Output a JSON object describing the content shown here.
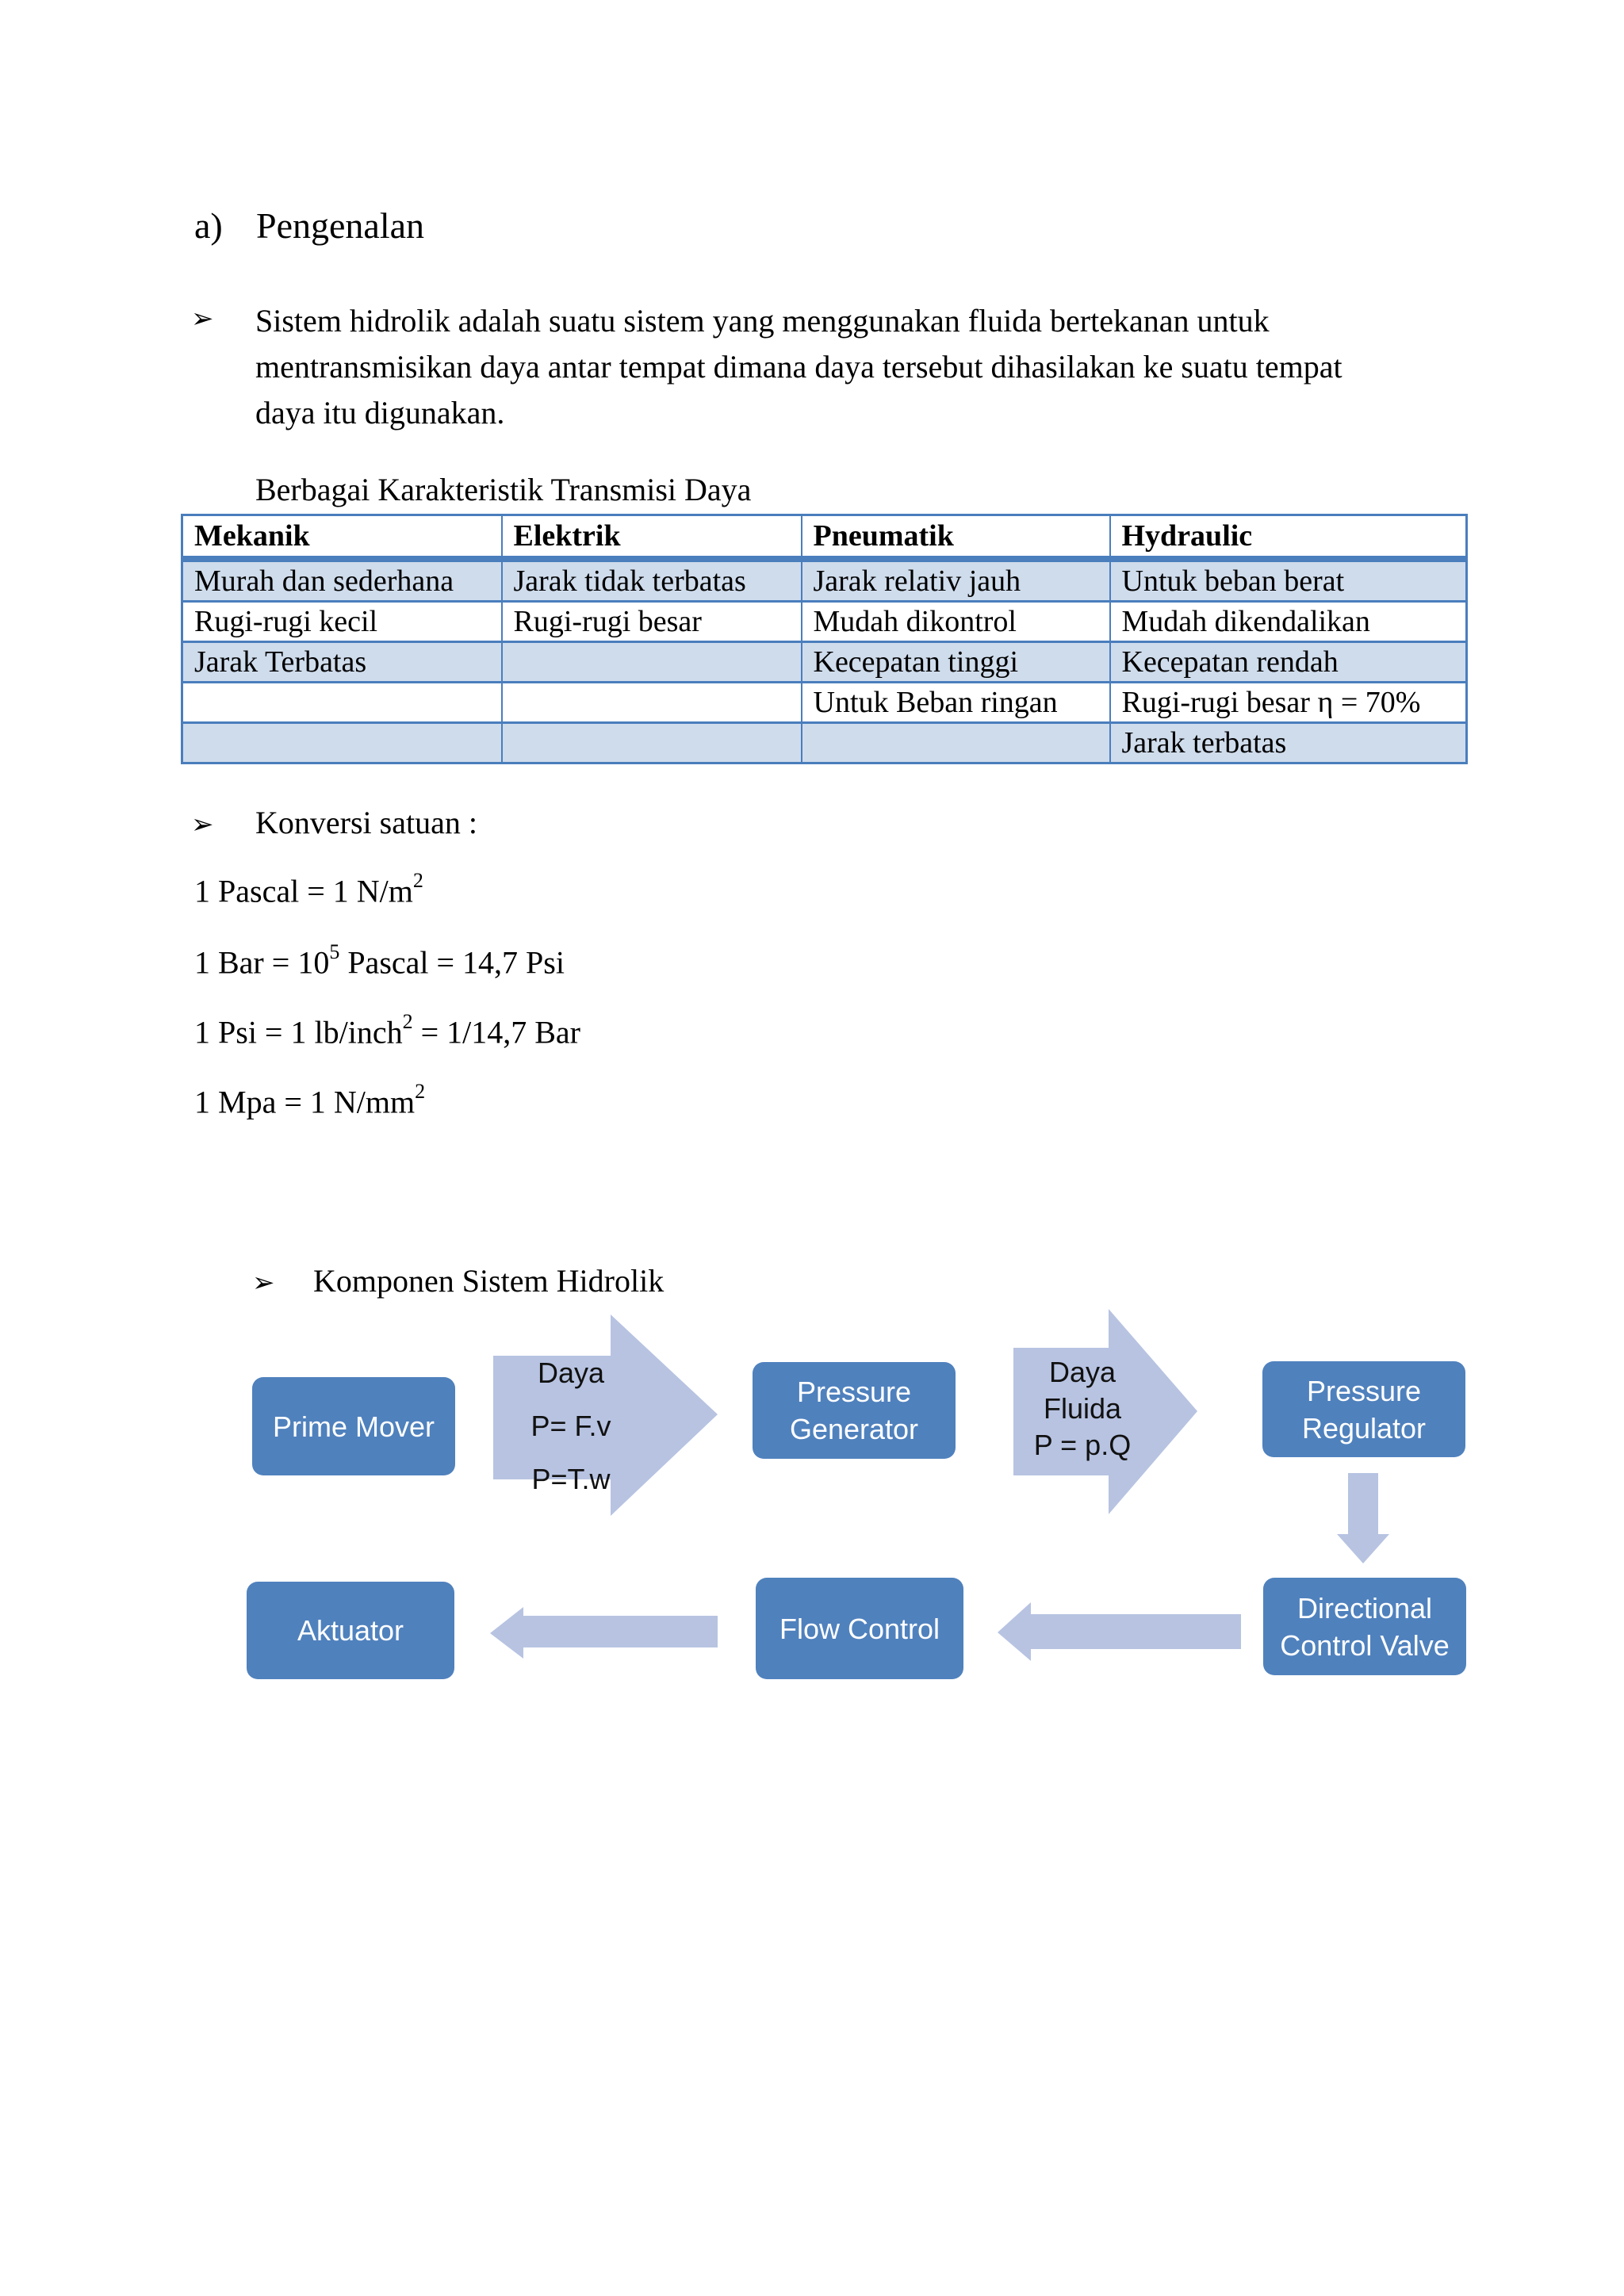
{
  "page": {
    "heading_marker": "a)",
    "heading_title": "Pengenalan",
    "bullet_glyph": "➢"
  },
  "intro": {
    "line1": "Sistem hidrolik adalah suatu sistem yang menggunakan fluida bertekanan untuk",
    "line2": "mentransmisikan daya antar tempat dimana daya tersebut dihasilakan ke suatu tempat",
    "line3": "daya itu digunakan."
  },
  "table": {
    "caption": "Berbagai Karakteristik Transmisi Daya",
    "headers": [
      "Mekanik",
      "Elektrik",
      "Pneumatik",
      "Hydraulic"
    ],
    "rows": [
      [
        "Murah dan sederhana",
        "Jarak tidak terbatas",
        "Jarak relativ jauh",
        "Untuk beban berat"
      ],
      [
        "Rugi-rugi kecil",
        "Rugi-rugi besar",
        "Mudah dikontrol",
        "Mudah dikendalikan"
      ],
      [
        "Jarak Terbatas",
        "",
        "Kecepatan tinggi",
        "Kecepatan rendah"
      ],
      [
        "",
        "",
        "Untuk Beban ringan",
        "Rugi-rugi besar η = 70%"
      ],
      [
        "",
        "",
        "",
        "Jarak terbatas"
      ]
    ]
  },
  "konversi": {
    "title": "Konversi satuan :",
    "equations": [
      {
        "pre": "1 Pascal = 1 N/m",
        "sup": "2",
        "post": ""
      },
      {
        "pre": "1 Bar = 10",
        "sup": "5",
        "post": " Pascal = 14,7 Psi"
      },
      {
        "pre": "1 Psi = 1 lb/inch",
        "sup": "2",
        "post": " = 1/14,7 Bar"
      },
      {
        "pre": "1 Mpa = 1 N/mm",
        "sup": "2",
        "post": ""
      }
    ]
  },
  "diagram": {
    "title": "Komponen Sistem Hidrolik",
    "prime_mover": "Prime Mover",
    "pressure_generator_line1": "Pressure",
    "pressure_generator_line2": "Generator",
    "pressure_regulator_line1": "Pressure",
    "pressure_regulator_line2": "Regulator",
    "directional_line1": "Directional",
    "directional_line2": "Control Valve",
    "flow_control": "Flow Control",
    "aktuator": "Aktuator",
    "arrow_power": {
      "line1": "Daya",
      "line2": "P= F.v",
      "line3": "P=T.w"
    },
    "arrow_fluid": {
      "line1": "Daya",
      "line2": "Fluida",
      "line3": "P = p.Q"
    }
  },
  "colors": {
    "box_fill": "#4f81bd",
    "box_text": "#ffffff",
    "arrow_fill": "#b7c3e1",
    "table_border": "#4a7ebd",
    "table_row_alt": "#cfdcec",
    "text": "#000000"
  }
}
